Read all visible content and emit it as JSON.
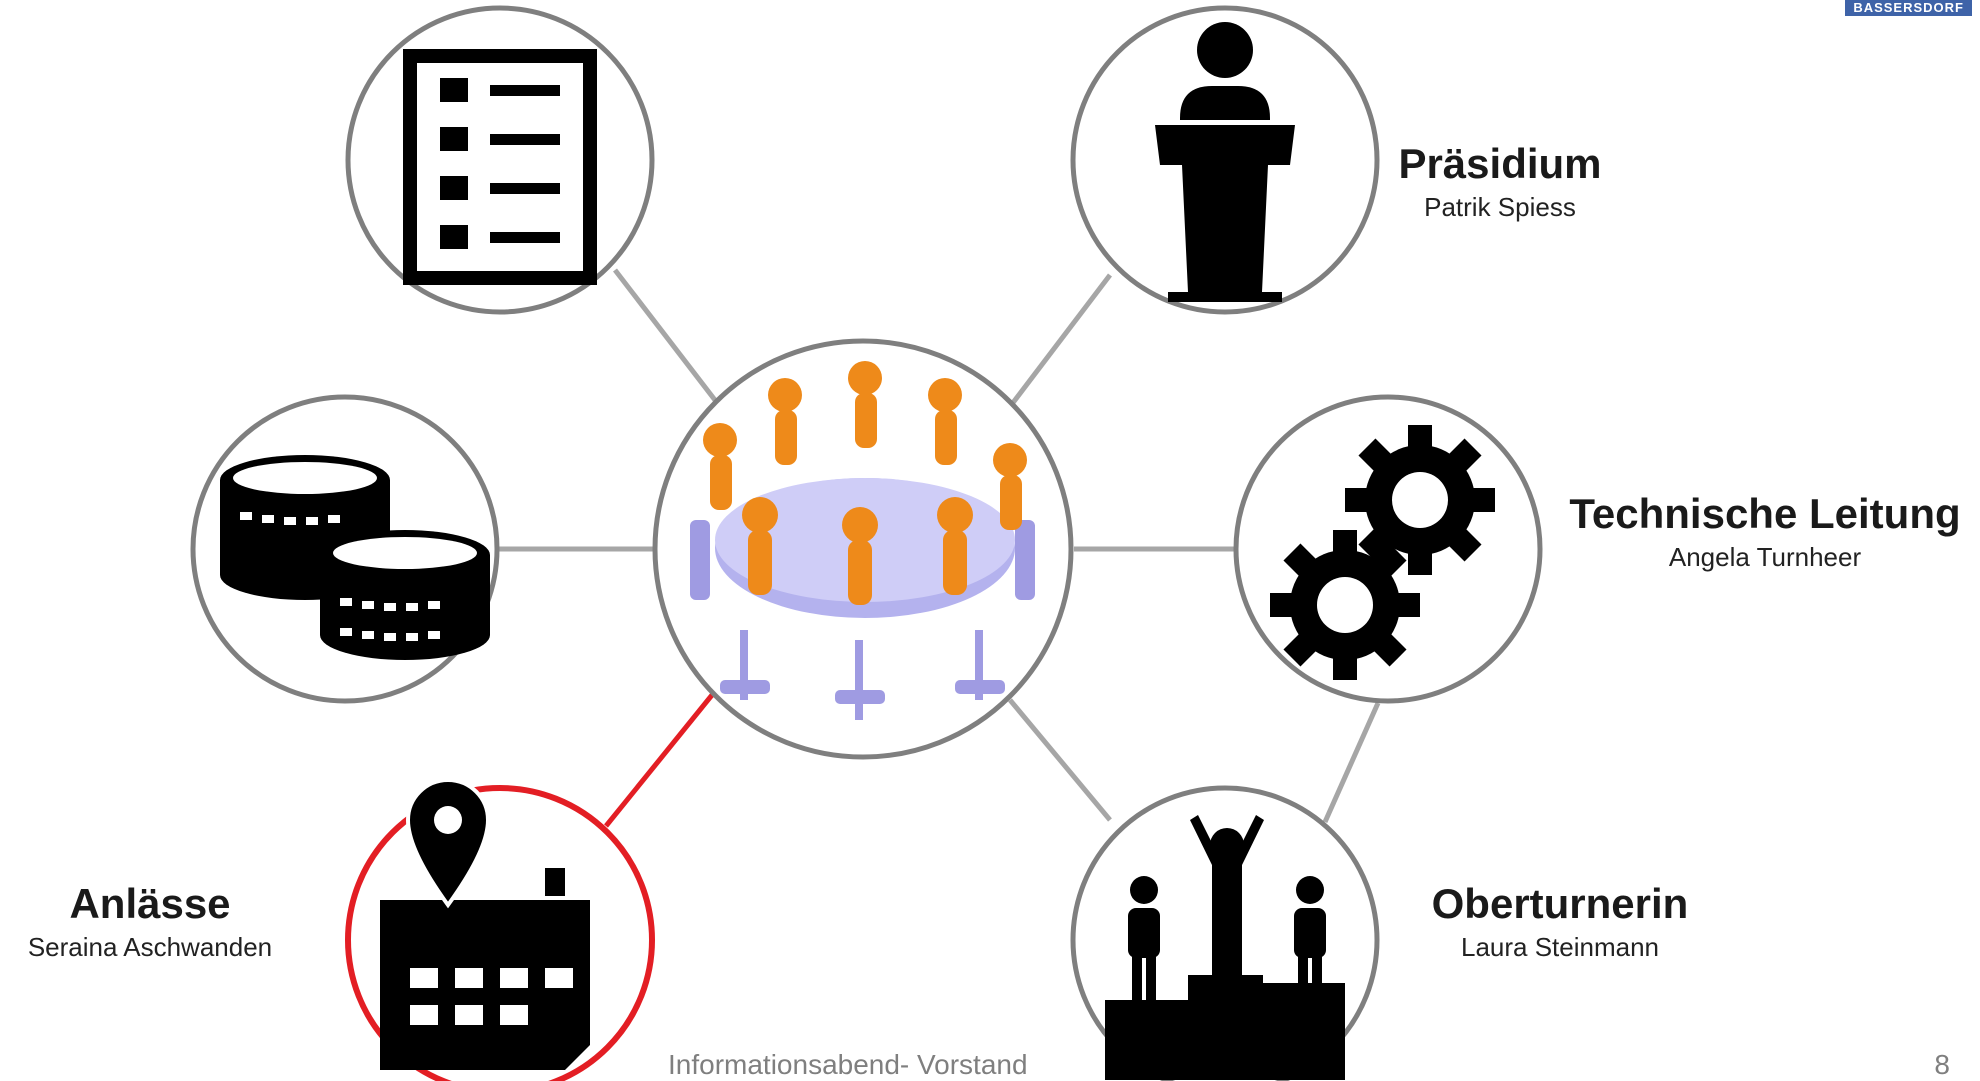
{
  "logo_text": "BASSERSDORF",
  "roles": [
    {
      "id": "praesidium",
      "title": "Präsidium",
      "person": "Patrik Spiess",
      "icon": "podium-icon"
    },
    {
      "id": "technik",
      "title": "Technische Leitung",
      "person": "Angela Turnheer",
      "icon": "gears-icon"
    },
    {
      "id": "oberturnerin",
      "title": "Oberturnerin",
      "person": "Laura Steinmann",
      "icon": "winners-podium-icon"
    },
    {
      "id": "anlaesse",
      "title": "Anlässe",
      "person": "Seraina Aschwanden",
      "icon": "calendar-location-icon"
    }
  ],
  "other_icons": [
    "checklist-icon",
    "coins-icon",
    "meeting-table-icon"
  ],
  "colors": {
    "highlight": "#e31e24",
    "connector": "#a6a6a6",
    "ring": "#7f7f7f"
  },
  "footer_text": "Informationsabend- Vorstand",
  "page_number": "8"
}
